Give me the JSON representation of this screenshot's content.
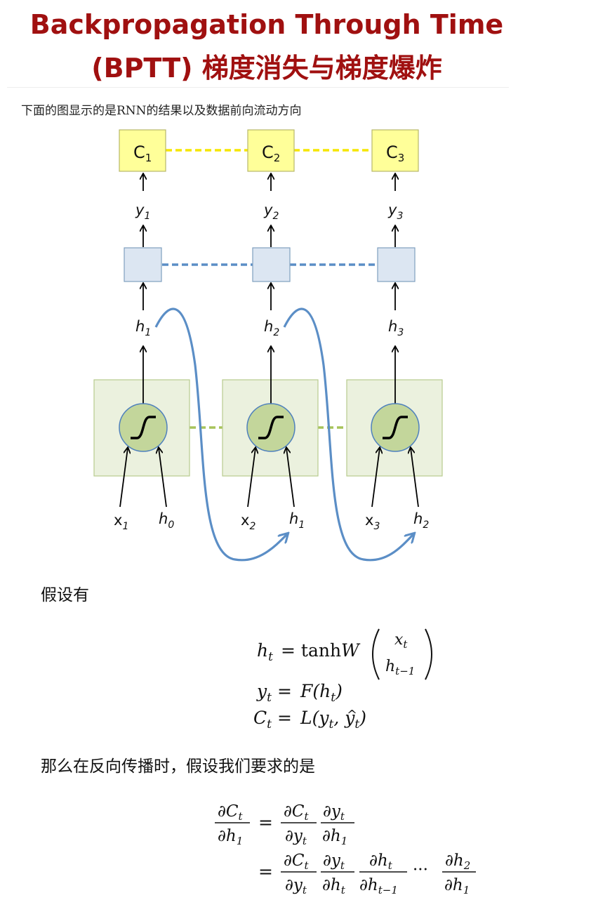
{
  "title": {
    "line1": "Backpropagation Through Time",
    "line2": "(BPTT) 梯度消失与梯度爆炸"
  },
  "caption": "下面的图显示的是RNN的结果以及数据前向流动方向",
  "diagram": {
    "cost_nodes": [
      {
        "base": "C",
        "sub": "1"
      },
      {
        "base": "C",
        "sub": "2"
      },
      {
        "base": "C",
        "sub": "3"
      }
    ],
    "outputs": [
      {
        "base": "y",
        "sub": "1"
      },
      {
        "base": "y",
        "sub": "2"
      },
      {
        "base": "y",
        "sub": "3"
      }
    ],
    "hidden": [
      {
        "base": "h",
        "sub": "1"
      },
      {
        "base": "h",
        "sub": "2"
      },
      {
        "base": "h",
        "sub": "3"
      }
    ],
    "inputs_x": [
      {
        "base": "x",
        "sub": "1"
      },
      {
        "base": "x",
        "sub": "2"
      },
      {
        "base": "x",
        "sub": "3"
      }
    ],
    "inputs_h": [
      {
        "base": "h",
        "sub": "0"
      },
      {
        "base": "h",
        "sub": "1"
      },
      {
        "base": "h",
        "sub": "2"
      }
    ],
    "colors": {
      "cost_fill": "#ffff99",
      "cost_stroke": "#b7b76a",
      "cost_link": "#f5e600",
      "out_fill": "#dce6f2",
      "out_stroke": "#7f9fbf",
      "out_link": "#5b8ec6",
      "cell_fill": "#ebf1de",
      "cell_stroke": "#b8cc8e",
      "cell_link": "#a7c35a",
      "circle_fill": "#c3d69b",
      "circle_stroke": "#4f81bd",
      "curve": "#5b8ec6"
    }
  },
  "para1": "假设有",
  "para2": "那么在反向传播时，假设我们要求的是"
}
